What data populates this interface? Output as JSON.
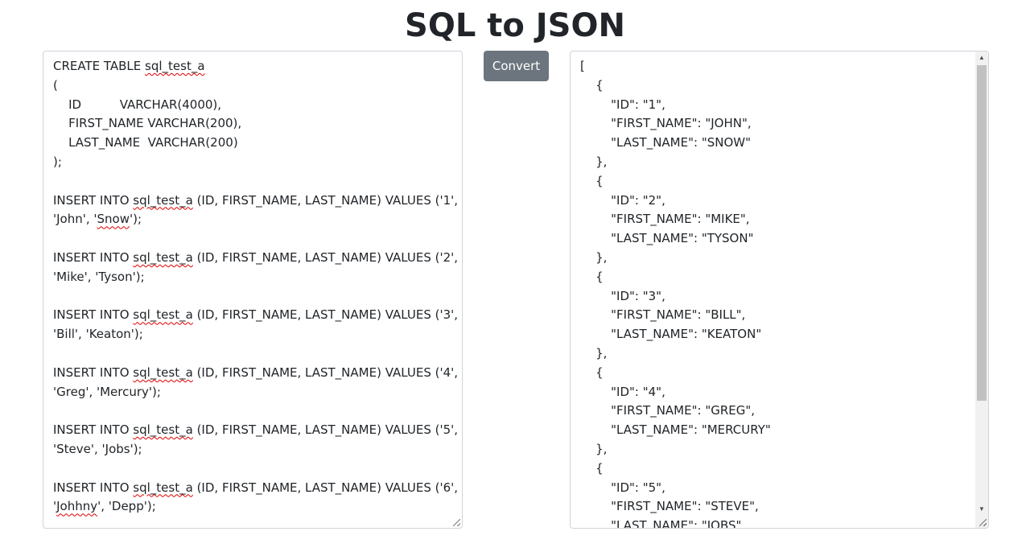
{
  "page": {
    "title": "SQL to JSON"
  },
  "convert": {
    "label": "Convert"
  },
  "sql_input": {
    "lines": [
      "CREATE TABLE sql_test_a",
      "(",
      "    ID          VARCHAR(4000),",
      "    FIRST_NAME VARCHAR(200),",
      "    LAST_NAME  VARCHAR(200)",
      ");",
      "",
      "INSERT INTO sql_test_a (ID, FIRST_NAME, LAST_NAME) VALUES ('1',",
      "'John', 'Snow');",
      "",
      "INSERT INTO sql_test_a (ID, FIRST_NAME, LAST_NAME) VALUES ('2',",
      "'Mike', 'Tyson');",
      "",
      "INSERT INTO sql_test_a (ID, FIRST_NAME, LAST_NAME) VALUES ('3',",
      "'Bill', 'Keaton');",
      "",
      "INSERT INTO sql_test_a (ID, FIRST_NAME, LAST_NAME) VALUES ('4',",
      "'Greg', 'Mercury');",
      "",
      "INSERT INTO sql_test_a (ID, FIRST_NAME, LAST_NAME) VALUES ('5',",
      "'Steve', 'Jobs');",
      "",
      "INSERT INTO sql_test_a (ID, FIRST_NAME, LAST_NAME) VALUES ('6',",
      "'Johhny', 'Depp');"
    ],
    "misspelled_words": [
      "sql_test_a",
      "Snow",
      "Johhny"
    ]
  },
  "json_output": {
    "lines": [
      "[",
      "    {",
      "        \"ID\": \"1\",",
      "        \"FIRST_NAME\": \"JOHN\",",
      "        \"LAST_NAME\": \"SNOW\"",
      "    },",
      "    {",
      "        \"ID\": \"2\",",
      "        \"FIRST_NAME\": \"MIKE\",",
      "        \"LAST_NAME\": \"TYSON\"",
      "    },",
      "    {",
      "        \"ID\": \"3\",",
      "        \"FIRST_NAME\": \"BILL\",",
      "        \"LAST_NAME\": \"KEATON\"",
      "    },",
      "    {",
      "        \"ID\": \"4\",",
      "        \"FIRST_NAME\": \"GREG\",",
      "        \"LAST_NAME\": \"MERCURY\"",
      "    },",
      "    {",
      "        \"ID\": \"5\",",
      "        \"FIRST_NAME\": \"STEVE\",",
      "        \"LAST_NAME\": \"JOBS\""
    ]
  },
  "colors": {
    "button_bg": "#6c757d",
    "border": "#ced4da",
    "spellcheck_underline": "#e00000"
  },
  "icons": {
    "scroll_up": "scroll-up-arrow-icon",
    "scroll_down": "scroll-down-arrow-icon",
    "resize": "resize-grip-icon"
  }
}
